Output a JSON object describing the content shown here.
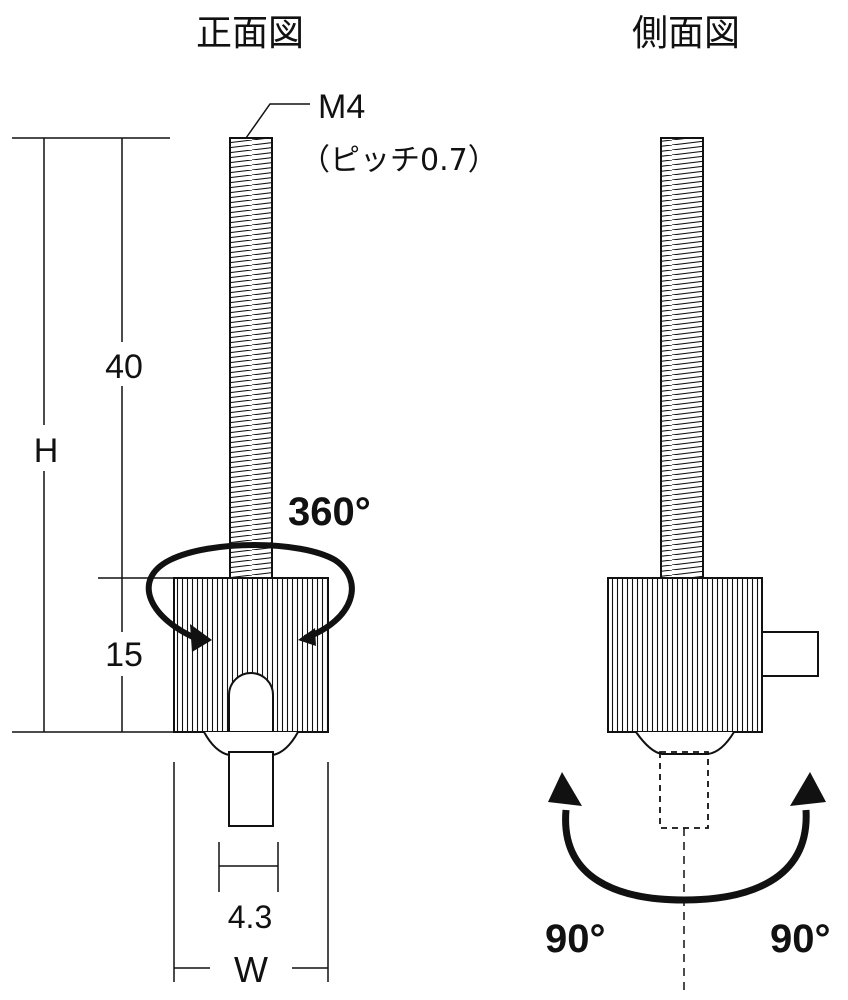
{
  "front_title": "正面図",
  "side_title": "側面図",
  "thread_label": "M4",
  "pitch_label": "（ピッチ0.7）",
  "dim_h": "H",
  "dim_40": "40",
  "dim_15": "15",
  "dim_43": "4.3",
  "dim_w": "W",
  "rotation_label": "360°",
  "tilt_left_label": "90°",
  "tilt_right_label": "90°",
  "colors": {
    "line": "#111111",
    "paper": "#ffffff"
  }
}
